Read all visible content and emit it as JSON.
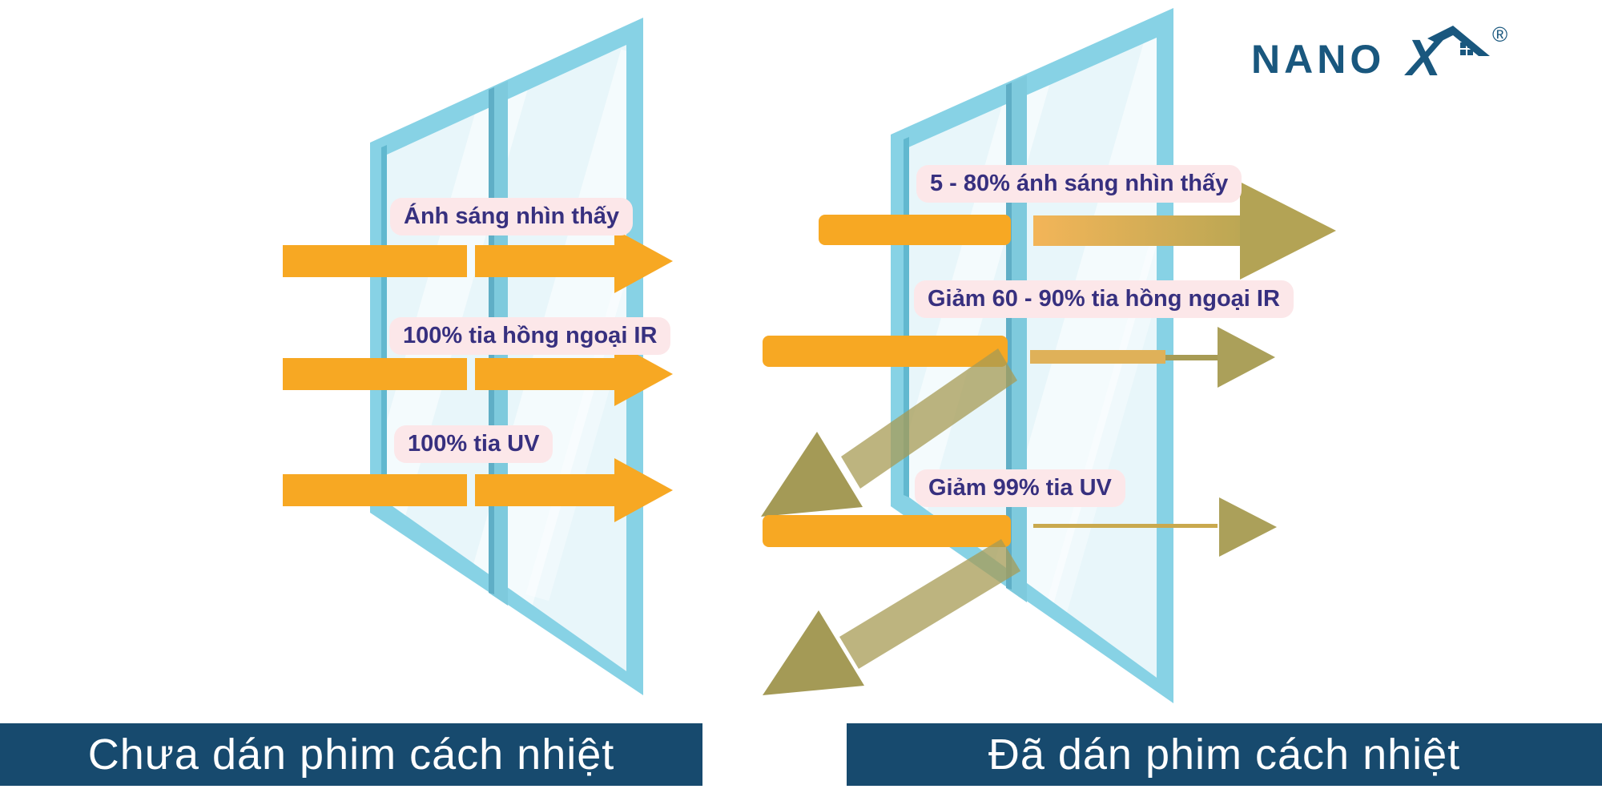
{
  "logo": {
    "brand_main": "NANO",
    "brand_x": "X",
    "registered_mark": "®"
  },
  "left_panel": {
    "caption": "Chưa dán phim cách nhiệt",
    "rays": [
      {
        "label": "Ánh sáng nhìn thấy"
      },
      {
        "label": "100% tia hồng ngoại IR"
      },
      {
        "label": "100% tia UV"
      }
    ]
  },
  "right_panel": {
    "caption": "Đã dán phim cách nhiệt",
    "rays": [
      {
        "label": "5 - 80% ánh sáng nhìn thấy"
      },
      {
        "label": "Giảm 60 - 90% tia hồng ngoại IR"
      },
      {
        "label": "Giảm 99% tia UV"
      }
    ]
  },
  "colors": {
    "arrow_orange": "#F7A823",
    "arrow_transmitted_gold": "#E9B456",
    "arrow_attenuated_olive": "#A79B54",
    "window_frame": "#87D2E5",
    "window_frame_shadow": "#61B8CF",
    "glass": "#E8F6FA",
    "label_bg": "#FCE7E9",
    "label_text": "#37307F",
    "caption_bg": "#174A6E",
    "caption_text": "#FFFFFF",
    "logo_navy": "#19577E"
  }
}
